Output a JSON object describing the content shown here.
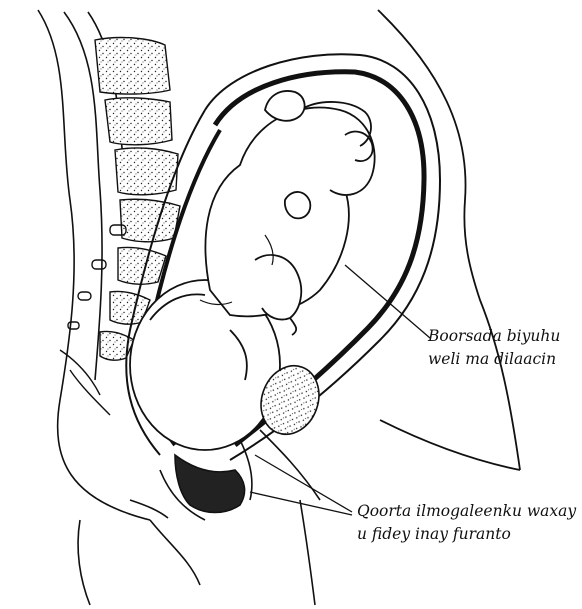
{
  "labels": [
    {
      "line1": "Boorsada biyuhu",
      "line2": "weli ma dilaacin"
    },
    {
      "line1": "Qoorta ilmogaleenku waxay",
      "line2": "u fidey inay furanto"
    }
  ]
}
